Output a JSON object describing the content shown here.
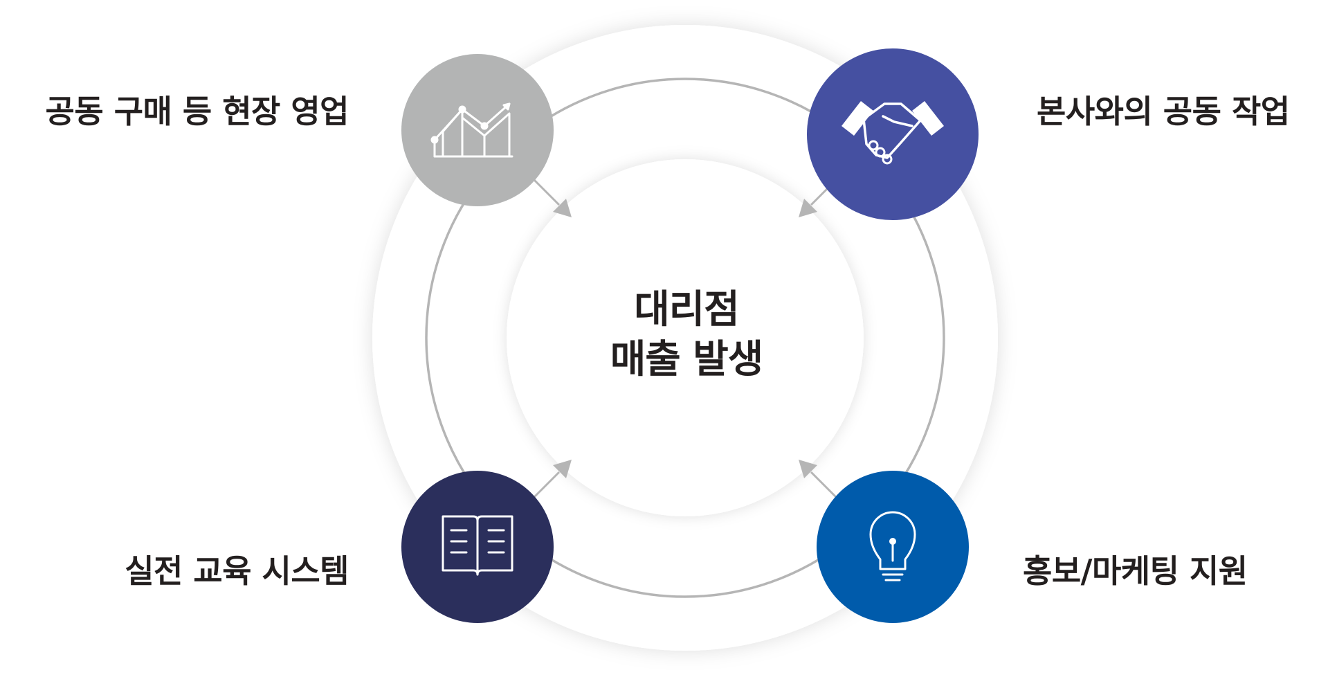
{
  "center": {
    "line1": "대리점",
    "line2": "매출 발생"
  },
  "nodes": [
    {
      "id": "top-left",
      "label": "공동 구매 등 현장 영업",
      "icon": "growth-chart-icon",
      "color": "#b3b4b4"
    },
    {
      "id": "top-right",
      "label": "본사와의 공동 작업",
      "icon": "handshake-icon",
      "color": "#4550a1"
    },
    {
      "id": "bottom-left",
      "label": "실전 교육 시스템",
      "icon": "open-book-icon",
      "color": "#2b2f5c"
    },
    {
      "id": "bottom-right",
      "label": "홍보/마케팅 지원",
      "icon": "lightbulb-icon",
      "color": "#005bab"
    }
  ],
  "colors": {
    "ring_line": "#b5b5b5",
    "arrow": "#b5b5b5",
    "text": "#231f1f",
    "background": "#ffffff"
  }
}
